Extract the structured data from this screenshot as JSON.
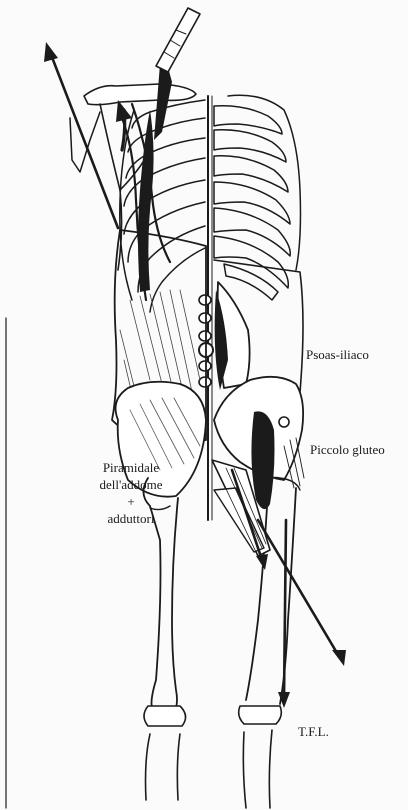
{
  "labels": {
    "psoas_iliaco": "Psoas-iliaco",
    "piccolo_gluteo": "Piccolo gluteo",
    "piramidale_line1": "Piramidale",
    "piramidale_line2": "dell'addome",
    "piramidale_plus": "+",
    "piramidale_line3": "adduttori",
    "tfl": "T.F.L."
  },
  "colors": {
    "ink": "#1b1b1b",
    "paper": "#fbfbfb",
    "bone_fill": "#ffffff"
  }
}
